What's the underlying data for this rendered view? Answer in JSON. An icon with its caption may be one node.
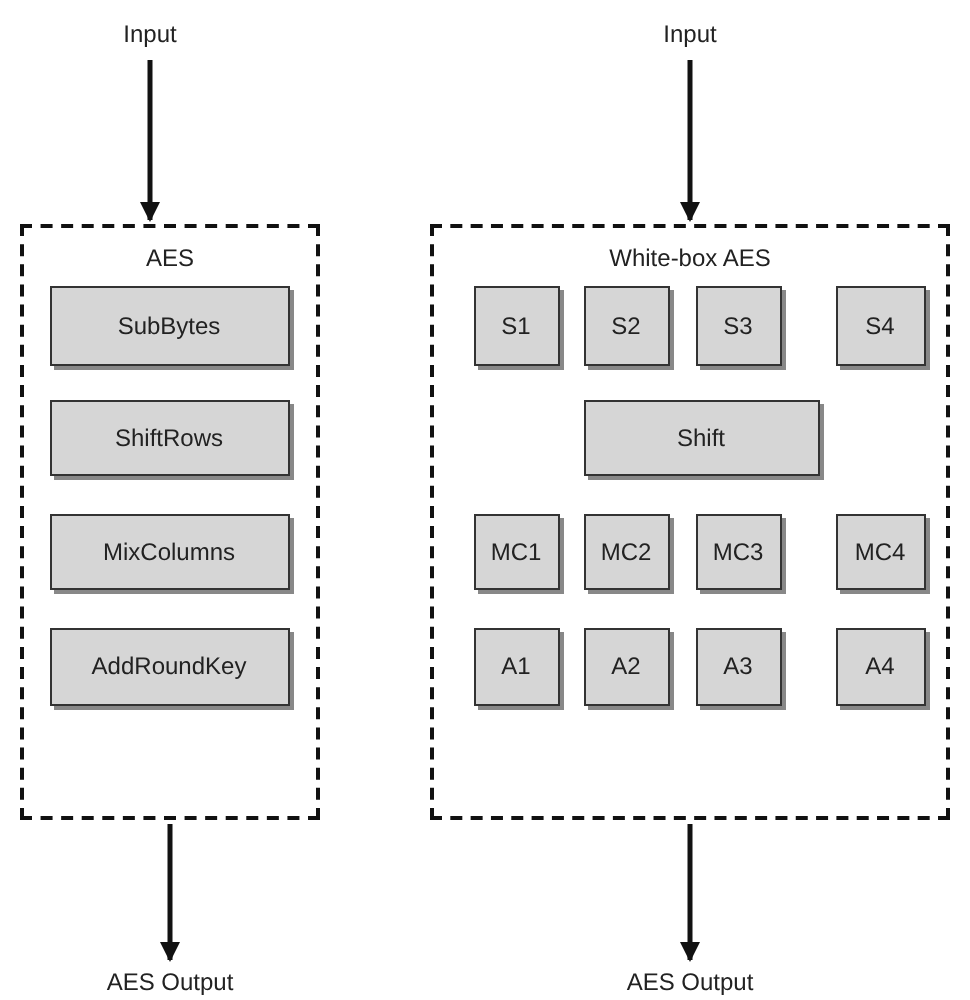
{
  "diagram": {
    "nodes": [
      {
        "text": [
          "Input"
        ]
      },
      {
        "text": [
          "AES"
        ]
      },
      {
        "text": [
          "SubBytes"
        ],
        "in": 1
      },
      {
        "text": [
          "ShiftRows"
        ],
        "in": 1
      },
      {
        "text": [
          "MixColumns"
        ],
        "in": 1
      },
      {
        "text": [
          "AddRoundKey"
        ],
        "in": 1
      },
      {
        "text": [
          "AES Output"
        ]
      },
      {
        "text": [
          "Input"
        ]
      },
      {
        "text": [
          "White-box AES"
        ]
      },
      {
        "text": [
          "S1"
        ],
        "in": 8
      },
      {
        "text": [
          "S2"
        ],
        "in": 8
      },
      {
        "text": [
          "S3"
        ],
        "in": 8
      },
      {
        "text": [
          "S4"
        ],
        "in": 8
      },
      {
        "text": [
          "Shift"
        ],
        "in": 8
      },
      {
        "text": [
          "MC1"
        ],
        "in": 8
      },
      {
        "text": [
          "MC2"
        ],
        "in": 8
      },
      {
        "text": [
          "MC3"
        ],
        "in": 8
      },
      {
        "text": [
          "MC4"
        ],
        "in": 8
      },
      {
        "text": [
          "A1"
        ],
        "in": 8
      },
      {
        "text": [
          "A2"
        ],
        "in": 8
      },
      {
        "text": [
          "A3"
        ],
        "in": 8
      },
      {
        "text": [
          "A4"
        ],
        "in": 8
      },
      {
        "text": [
          "AES Output"
        ]
      }
    ],
    "edges": [
      {
        "from": 0,
        "to": 1,
        "arrow": "to"
      },
      {
        "from": 1,
        "to": 6,
        "arrow": "to"
      },
      {
        "from": 7,
        "to": 8,
        "arrow": "to"
      },
      {
        "from": 8,
        "to": 22,
        "arrow": "to"
      }
    ]
  }
}
